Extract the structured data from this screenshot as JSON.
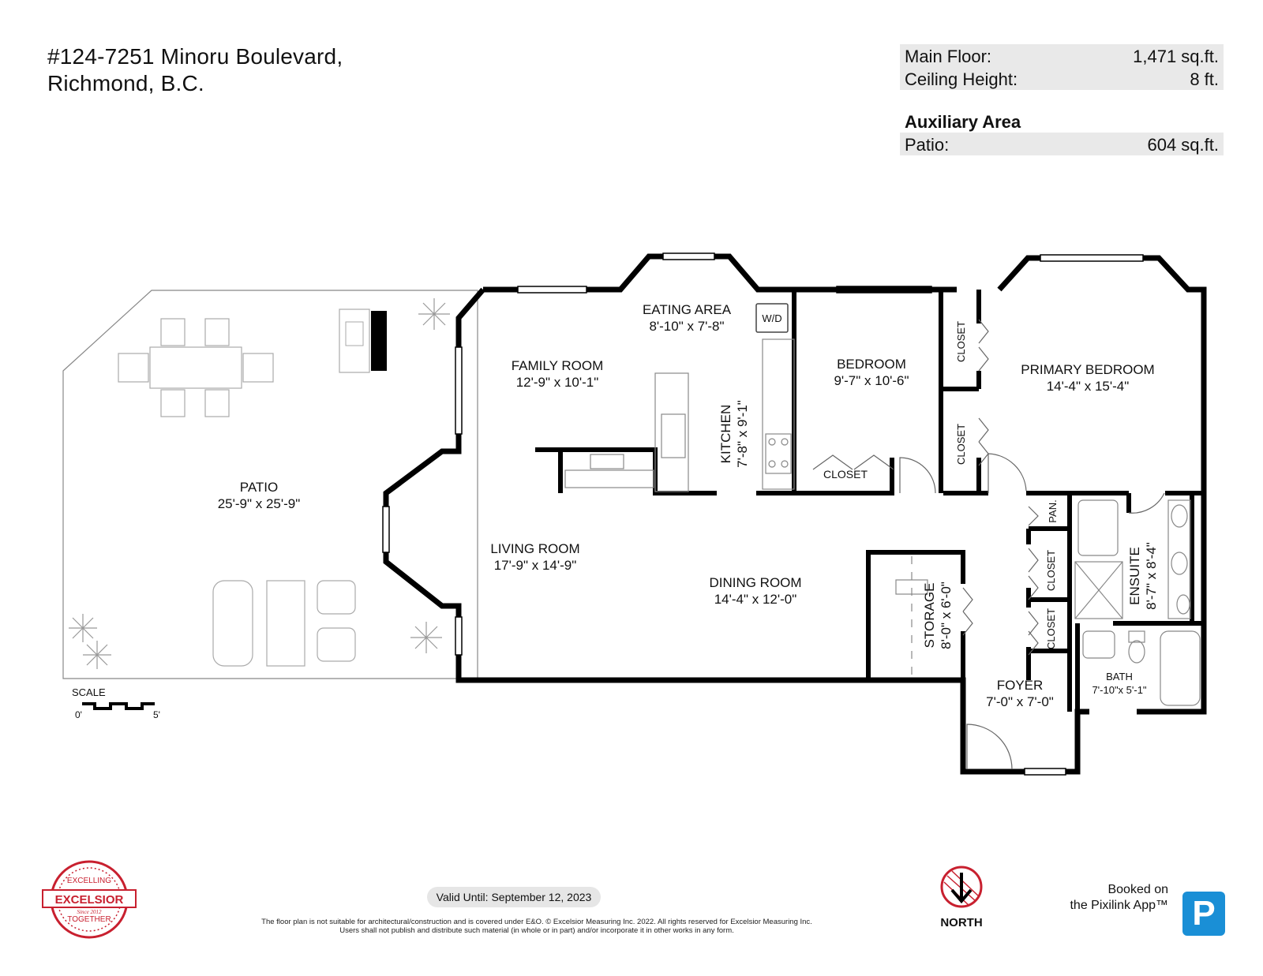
{
  "address": {
    "line1": "#124-7251 Minoru Boulevard,",
    "line2": "Richmond, B.C."
  },
  "stats": [
    {
      "label": "Main Floor:",
      "value": "1,471 sq.ft."
    },
    {
      "label": "Ceiling Height:",
      "value": "8 ft."
    }
  ],
  "auxiliary": {
    "heading": "Auxiliary Area",
    "rows": [
      {
        "label": "Patio:",
        "value": "604 sq.ft."
      }
    ]
  },
  "rooms": {
    "patio": {
      "name": "PATIO",
      "dims": "25'-9\" x 25'-9\""
    },
    "eating": {
      "name": "EATING AREA",
      "dims": "8'-10\" x 7'-8\""
    },
    "family": {
      "name": "FAMILY ROOM",
      "dims": "12'-9\" x 10'-1\""
    },
    "kitchen": {
      "name": "KITCHEN",
      "dims": "7'-8\" x 9'-1\""
    },
    "bedroom": {
      "name": "BEDROOM",
      "dims": "9'-7\" x 10'-6\""
    },
    "primary": {
      "name": "PRIMARY BEDROOM",
      "dims": "14'-4\" x 15'-4\""
    },
    "living": {
      "name": "LIVING ROOM",
      "dims": "17'-9\" x 14'-9\""
    },
    "dining": {
      "name": "DINING ROOM",
      "dims": "14'-4\" x 12'-0\""
    },
    "storage": {
      "name": "STORAGE",
      "dims": "8'-0\" x 6'-0\""
    },
    "ensuite": {
      "name": "ENSUITE",
      "dims": "8'-7\" x 8'-4\""
    },
    "foyer": {
      "name": "FOYER",
      "dims": "7'-0\" x 7'-0\""
    },
    "bath": {
      "name": "BATH",
      "dims": "7'-10\"x 5'-1\""
    }
  },
  "fixtures": {
    "wd": "W/D",
    "closet": "CLOSET",
    "pantry": "PAN."
  },
  "scale": {
    "label": "SCALE",
    "start": "0'",
    "end": "5'"
  },
  "valid_until": "Valid Until: September 12, 2023",
  "disclaimer": "The floor plan is not suitable for architectural/construction and is covered under E&O. © Excelsior Measuring Inc. 2022. All rights reserved for Excelsior Measuring Inc. Users shall not publish and distribute such material (in whole or in part) and/or incorporate it in other works in any form.",
  "north_label": "NORTH",
  "badge": {
    "top": "EXCELLING",
    "main": "EXCELSIOR",
    "bottom": "TOGETHER",
    "since": "Since 2012"
  },
  "booked": {
    "line1": "Booked on",
    "line2": "the Pixilink App™"
  },
  "app_letter": "P",
  "colors": {
    "wall": "#000000",
    "badge": "#c8202f",
    "app": "#1a8fd6",
    "stat_bg": "#e9e9e9"
  }
}
